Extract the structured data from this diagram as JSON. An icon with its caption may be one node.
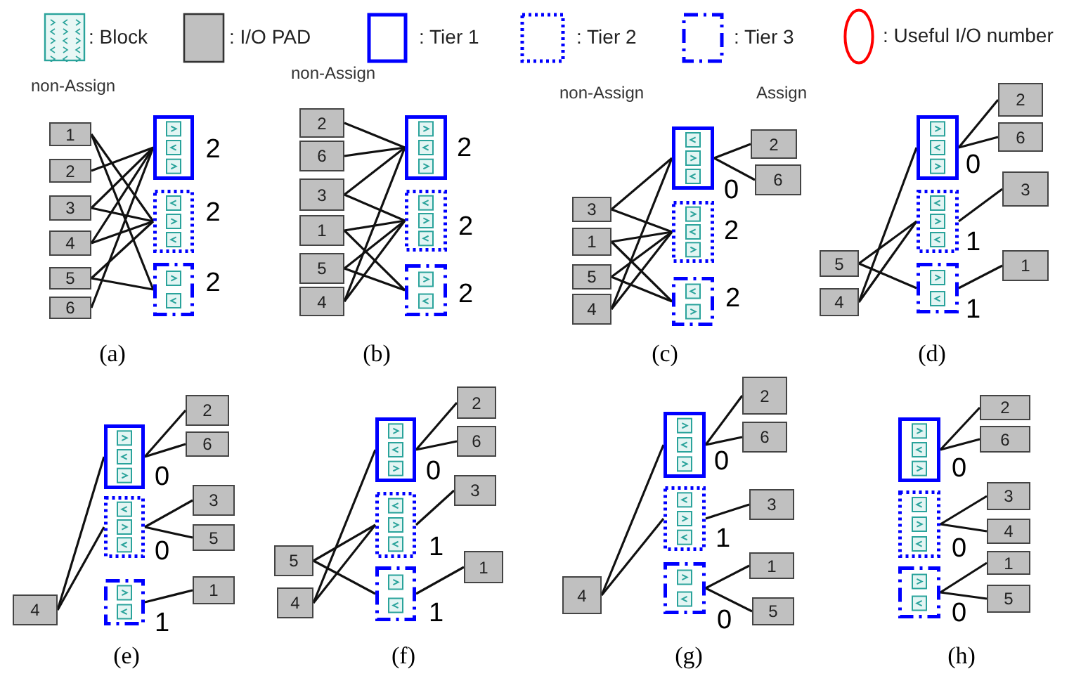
{
  "diagram": {
    "nodes": [
      {
        "text": [
          "1"
        ]
      },
      {
        "text": [
          "2"
        ]
      },
      {
        "text": [
          "3"
        ]
      },
      {
        "text": [
          "4"
        ]
      },
      {
        "text": [
          "5"
        ]
      },
      {
        "text": [
          "6"
        ]
      },
      {
        "text": [],
        "shape": "box"
      },
      {
        "text": [],
        "shape": "box"
      },
      {
        "text": [],
        "shape": "box"
      },
      {
        "text": [
          "2"
        ]
      },
      {
        "text": [
          "2"
        ]
      },
      {
        "text": [
          "2"
        ]
      },
      {
        "text": [
          "2"
        ]
      },
      {
        "text": [
          "6"
        ]
      },
      {
        "text": [
          "3"
        ]
      },
      {
        "text": [
          "1"
        ]
      },
      {
        "text": [
          "5"
        ]
      },
      {
        "text": [
          "4"
        ]
      },
      {
        "text": [],
        "shape": "box",
        "beside": [
          "2"
        ]
      },
      {
        "text": [],
        "shape": "box",
        "beside": [
          "2"
        ]
      },
      {
        "text": [],
        "shape": "box",
        "beside": [
          "2"
        ]
      },
      {
        "text": [
          "3"
        ]
      },
      {
        "text": [
          "1"
        ]
      },
      {
        "text": [
          "5"
        ]
      },
      {
        "text": [
          "4"
        ]
      },
      {
        "text": [],
        "shape": "box",
        "beside": [
          "0"
        ]
      },
      {
        "text": [],
        "shape": "box",
        "beside": [
          "2"
        ]
      },
      {
        "text": [],
        "shape": "box",
        "beside": [
          "2"
        ]
      },
      {
        "text": [
          "2"
        ]
      },
      {
        "text": [
          "6"
        ]
      },
      {
        "text": [
          "5"
        ]
      },
      {
        "text": [
          "4"
        ]
      },
      {
        "text": [],
        "shape": "box",
        "beside": [
          "0"
        ]
      },
      {
        "text": [],
        "shape": "box",
        "beside": [
          "1"
        ]
      },
      {
        "text": [],
        "shape": "box",
        "beside": [
          "1"
        ]
      },
      {
        "text": [
          "2"
        ]
      },
      {
        "text": [
          "6"
        ]
      },
      {
        "text": [
          "3"
        ]
      },
      {
        "text": [
          "1"
        ]
      },
      {
        "text": [
          "4"
        ]
      },
      {
        "text": [],
        "shape": "box",
        "beside": [
          "0"
        ]
      },
      {
        "text": [],
        "shape": "box",
        "beside": [
          "0"
        ]
      },
      {
        "text": [],
        "shape": "box",
        "beside": [
          "1"
        ]
      },
      {
        "text": [
          "2"
        ]
      },
      {
        "text": [
          "6"
        ]
      },
      {
        "text": [
          "3"
        ]
      },
      {
        "text": [
          "5"
        ]
      },
      {
        "text": [
          "1"
        ]
      },
      {
        "text": [
          "5"
        ]
      },
      {
        "text": [
          "4"
        ]
      },
      {
        "text": [],
        "shape": "box",
        "beside": [
          "0"
        ]
      },
      {
        "text": [],
        "shape": "box",
        "beside": [
          "1"
        ]
      },
      {
        "text": [],
        "shape": "box",
        "beside": [
          "1"
        ]
      },
      {
        "text": [
          "2"
        ]
      },
      {
        "text": [
          "6"
        ]
      },
      {
        "text": [
          "3"
        ]
      },
      {
        "text": [
          "1"
        ]
      },
      {
        "text": [
          "4"
        ]
      },
      {
        "text": [],
        "shape": "box",
        "beside": [
          "0"
        ]
      },
      {
        "text": [],
        "shape": "box",
        "beside": [
          "1"
        ]
      },
      {
        "text": [],
        "shape": "box",
        "beside": [
          "0"
        ]
      },
      {
        "text": [
          "2"
        ]
      },
      {
        "text": [
          "6"
        ]
      },
      {
        "text": [
          "3"
        ]
      },
      {
        "text": [
          "1"
        ]
      },
      {
        "text": [
          "5"
        ]
      },
      {
        "text": [],
        "shape": "box",
        "beside": [
          "0"
        ]
      },
      {
        "text": [],
        "shape": "box",
        "beside": [
          "0"
        ]
      },
      {
        "text": [],
        "shape": "box",
        "beside": [
          "0"
        ]
      },
      {
        "text": [
          "2"
        ]
      },
      {
        "text": [
          "6"
        ]
      },
      {
        "text": [
          "3"
        ]
      },
      {
        "text": [
          "4"
        ]
      },
      {
        "text": [
          "1"
        ]
      },
      {
        "text": [
          "5"
        ]
      }
    ],
    "edges": [
      {
        "from": 0,
        "to": 7,
        "arrow": "none"
      },
      {
        "from": 0,
        "to": 8,
        "arrow": "none"
      },
      {
        "from": 1,
        "to": 6,
        "arrow": "none"
      },
      {
        "from": 2,
        "to": 6,
        "arrow": "none"
      },
      {
        "from": 2,
        "to": 7,
        "arrow": "none"
      },
      {
        "from": 3,
        "to": 6,
        "arrow": "none"
      },
      {
        "from": 3,
        "to": 7,
        "arrow": "none"
      },
      {
        "from": 4,
        "to": 7,
        "arrow": "none"
      },
      {
        "from": 4,
        "to": 8,
        "arrow": "none"
      },
      {
        "from": 5,
        "to": 6,
        "arrow": "none"
      },
      {
        "from": 12,
        "to": 18,
        "arrow": "none"
      },
      {
        "from": 13,
        "to": 18,
        "arrow": "none"
      },
      {
        "from": 14,
        "to": 18,
        "arrow": "none"
      },
      {
        "from": 14,
        "to": 19,
        "arrow": "none"
      },
      {
        "from": 15,
        "to": 19,
        "arrow": "none"
      },
      {
        "from": 15,
        "to": 20,
        "arrow": "none"
      },
      {
        "from": 16,
        "to": 19,
        "arrow": "none"
      },
      {
        "from": 16,
        "to": 20,
        "arrow": "none"
      },
      {
        "from": 17,
        "to": 18,
        "arrow": "none"
      },
      {
        "from": 17,
        "to": 19,
        "arrow": "none"
      },
      {
        "from": 21,
        "to": 25,
        "arrow": "none"
      },
      {
        "from": 21,
        "to": 26,
        "arrow": "none"
      },
      {
        "from": 22,
        "to": 26,
        "arrow": "none"
      },
      {
        "from": 22,
        "to": 27,
        "arrow": "none"
      },
      {
        "from": 23,
        "to": 26,
        "arrow": "none"
      },
      {
        "from": 23,
        "to": 27,
        "arrow": "none"
      },
      {
        "from": 24,
        "to": 25,
        "arrow": "none"
      },
      {
        "from": 24,
        "to": 26,
        "arrow": "none"
      },
      {
        "from": 25,
        "to": 28,
        "arrow": "none"
      },
      {
        "from": 25,
        "to": 29,
        "arrow": "none"
      },
      {
        "from": 30,
        "to": 33,
        "arrow": "none"
      },
      {
        "from": 30,
        "to": 34,
        "arrow": "none"
      },
      {
        "from": 31,
        "to": 32,
        "arrow": "none"
      },
      {
        "from": 31,
        "to": 33,
        "arrow": "none"
      },
      {
        "from": 32,
        "to": 35,
        "arrow": "none"
      },
      {
        "from": 32,
        "to": 36,
        "arrow": "none"
      },
      {
        "from": 33,
        "to": 37,
        "arrow": "none"
      },
      {
        "from": 34,
        "to": 38,
        "arrow": "none"
      },
      {
        "from": 39,
        "to": 40,
        "arrow": "none"
      },
      {
        "from": 39,
        "to": 41,
        "arrow": "none"
      },
      {
        "from": 40,
        "to": 43,
        "arrow": "none"
      },
      {
        "from": 40,
        "to": 44,
        "arrow": "none"
      },
      {
        "from": 41,
        "to": 45,
        "arrow": "none"
      },
      {
        "from": 41,
        "to": 46,
        "arrow": "none"
      },
      {
        "from": 42,
        "to": 47,
        "arrow": "none"
      },
      {
        "from": 48,
        "to": 51,
        "arrow": "none"
      },
      {
        "from": 48,
        "to": 52,
        "arrow": "none"
      },
      {
        "from": 49,
        "to": 50,
        "arrow": "none"
      },
      {
        "from": 49,
        "to": 51,
        "arrow": "none"
      },
      {
        "from": 50,
        "to": 53,
        "arrow": "none"
      },
      {
        "from": 50,
        "to": 54,
        "arrow": "none"
      },
      {
        "from": 51,
        "to": 55,
        "arrow": "none"
      },
      {
        "from": 52,
        "to": 56,
        "arrow": "none"
      },
      {
        "from": 57,
        "to": 58,
        "arrow": "none"
      },
      {
        "from": 57,
        "to": 59,
        "arrow": "none"
      },
      {
        "from": 58,
        "to": 61,
        "arrow": "none"
      },
      {
        "from": 58,
        "to": 62,
        "arrow": "none"
      },
      {
        "from": 59,
        "to": 63,
        "arrow": "none"
      },
      {
        "from": 60,
        "to": 64,
        "arrow": "none"
      },
      {
        "from": 60,
        "to": 65,
        "arrow": "none"
      },
      {
        "from": 66,
        "to": 69,
        "arrow": "none"
      },
      {
        "from": 66,
        "to": 70,
        "arrow": "none"
      },
      {
        "from": 67,
        "to": 71,
        "arrow": "none"
      },
      {
        "from": 67,
        "to": 72,
        "arrow": "none"
      },
      {
        "from": 68,
        "to": 73,
        "arrow": "none"
      },
      {
        "from": 68,
        "to": 74,
        "arrow": "none"
      }
    ],
    "labels": [
      "non-Assign",
      "non-Assign",
      "non-Assign",
      "Assign",
      "(a)",
      "(b)",
      "(c)",
      "(d)",
      "(e)",
      "(f)",
      "(g)",
      "(h)"
    ],
    "legend": [
      {
        "text": ": Block"
      },
      {
        "text": ": I/O PAD"
      },
      {
        "text": ": Tier 1"
      },
      {
        "text": ": Tier 2"
      },
      {
        "text": ": Tier 3"
      },
      {
        "text": ": Useful I/O number"
      }
    ]
  }
}
